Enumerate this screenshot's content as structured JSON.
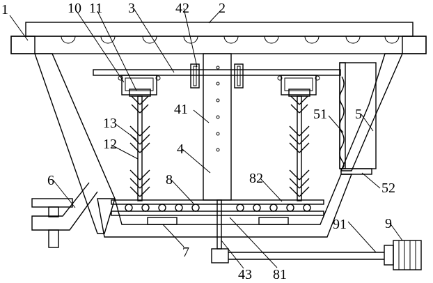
{
  "diagram": {
    "labels": {
      "housing": "1",
      "lid": "2",
      "crossbar": "3",
      "shaft": "4",
      "shaft_holes": "41",
      "shaft_collar": "42",
      "shaft_bearing": "43",
      "side_tank": "5",
      "tank_wave": "51",
      "tank_outlet": "52",
      "leg": "6",
      "base_block": "7",
      "plate": "8",
      "plate_lower": "81",
      "plate_right": "82",
      "motor": "9",
      "belt": "91",
      "bracket": "10",
      "clamp": "11",
      "rod": "12",
      "branches": "13"
    },
    "colors": {
      "line": "#000000",
      "fill": "#ffffff",
      "hatch": "#000000"
    }
  }
}
